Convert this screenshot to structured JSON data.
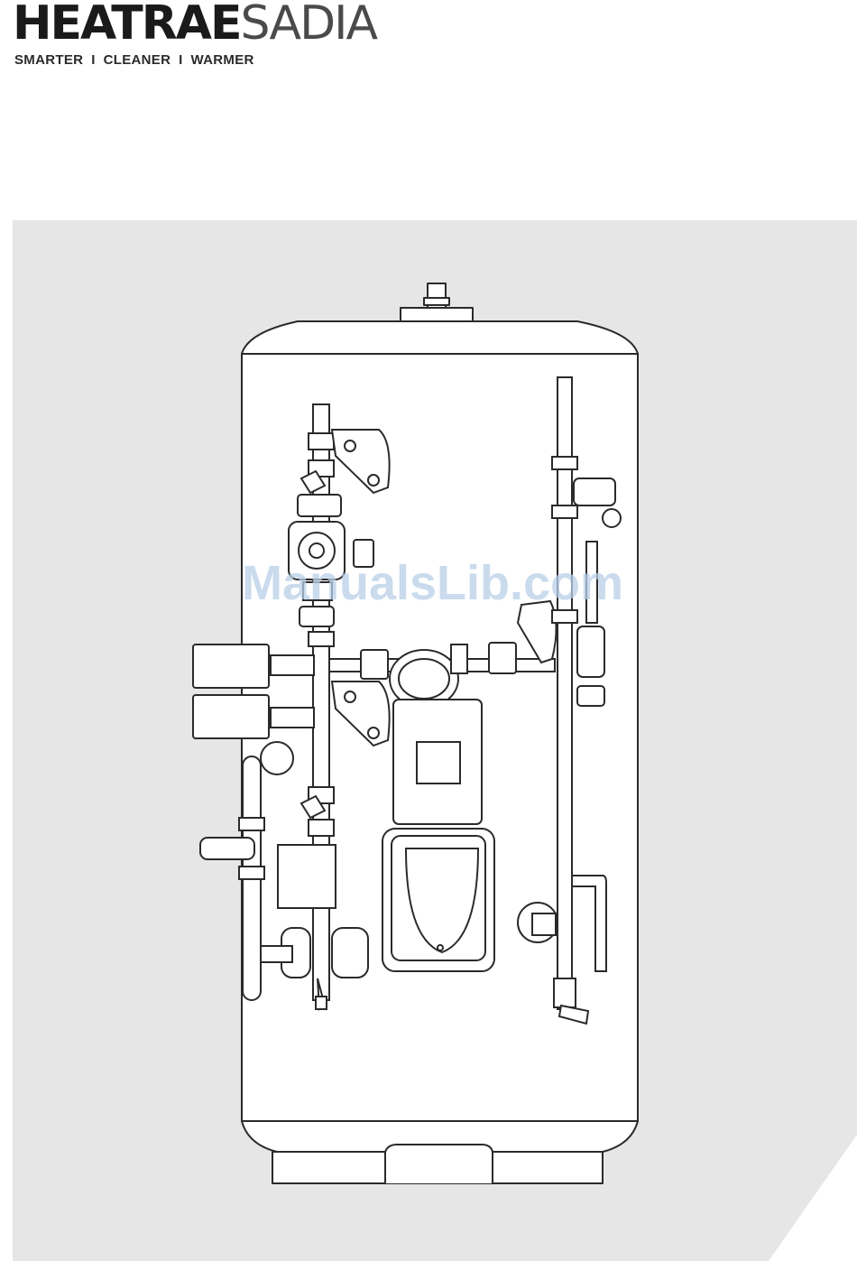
{
  "brand": {
    "word1": "HEATRAE",
    "word2": "SADIA"
  },
  "tagline": "SMARTER  I  CLEANER  I  WARMER",
  "watermark": "ManualsLib.com",
  "colors": {
    "panel": "#e6e6e6",
    "brand_dark": "#1a1a1a",
    "brand_mid": "#4a4a4a",
    "watermark": "#b9cfe8"
  },
  "illustration": "cylinder-with-pipework"
}
